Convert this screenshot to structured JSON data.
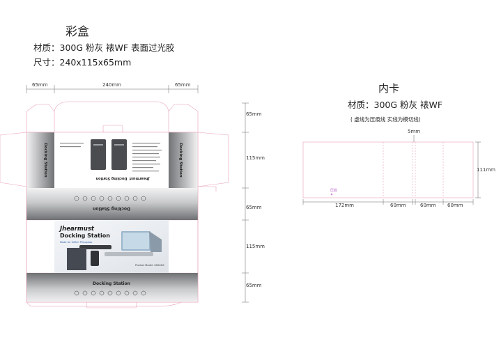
{
  "colorbox": {
    "title": "彩盒",
    "material": "材质：300G 粉灰 裱WF 表面过光胶",
    "size": "尺寸：240x115x65mm"
  },
  "insert": {
    "title": "内卡",
    "material": "材质：300G 粉灰 裱WF",
    "note": "( 虚线为压痕线    实线为模切线)"
  },
  "box_dimensions": {
    "top": [
      "65mm",
      "240mm",
      "65mm"
    ],
    "right": [
      "65mm",
      "115mm",
      "65mm",
      "115mm",
      "65mm"
    ]
  },
  "insert_dimensions": {
    "bottom": [
      "172mm",
      "60mm",
      "60mm",
      "60mm"
    ],
    "gap": "5mm",
    "height": "111mm",
    "mark": "压痕"
  },
  "artwork": {
    "brand": "Jhearmust",
    "product": "Docking Station",
    "subtitle": "Made for USB-C PC/Laptop",
    "model": "Product Model: XXXXXX",
    "side_label": "Docking Station"
  },
  "colors": {
    "dieline": "#e8a0b6",
    "dimension": "#555555",
    "panel_dark": "#7d7f82",
    "panel_light": "#e9e9ea"
  }
}
